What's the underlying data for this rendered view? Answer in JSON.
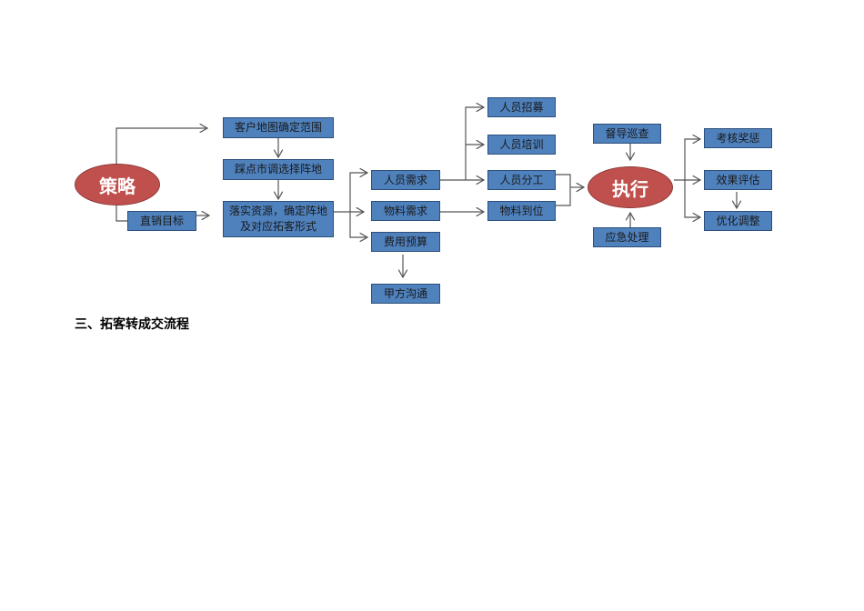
{
  "diagram": {
    "strategy": "策略",
    "execute": "执行",
    "customer_map": "客户地图确定范围",
    "site_survey": "踩点市调选择阵地",
    "implement": "落实资源，确定阵地及对应拓客形式",
    "direct_sales": "直销目标",
    "staff_need": "人员需求",
    "material_need": "物料需求",
    "budget": "费用预算",
    "client_comm": "甲方沟通",
    "recruit": "人员招募",
    "training": "人员培训",
    "division": "人员分工",
    "material_ready": "物料到位",
    "supervise": "督导巡查",
    "emergency": "应急处理",
    "assess": "考核奖惩",
    "evaluate": "效果评估",
    "optimize": "优化调整"
  },
  "heading": "三、拓客转成交流程",
  "colors": {
    "box": "#4f81bd",
    "ellipse": "#c0504d"
  }
}
